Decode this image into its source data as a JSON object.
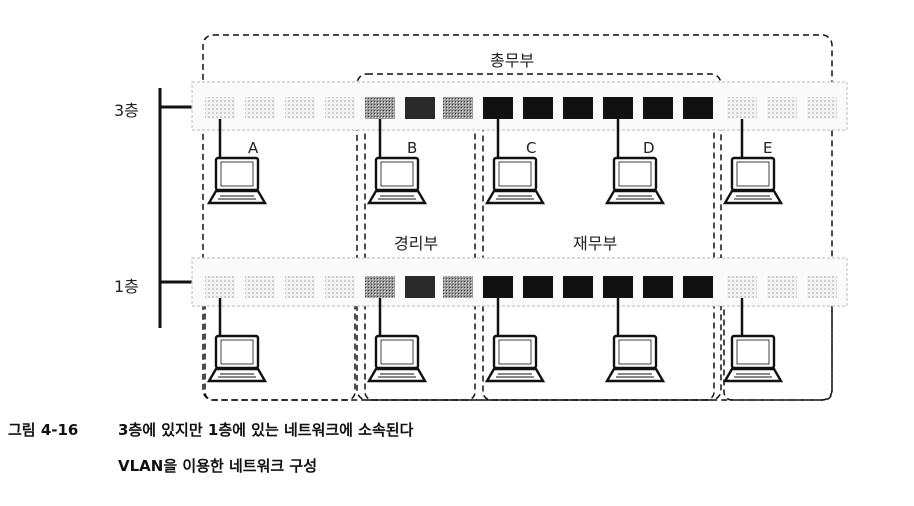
{
  "floors": {
    "upper": "3층",
    "lower": "1층"
  },
  "departments": {
    "general": "총무부",
    "accounting": "경리부",
    "finance": "재무부"
  },
  "pcs": [
    "A",
    "B",
    "C",
    "D",
    "E"
  ],
  "caption": {
    "number": "그림 4-16",
    "title": "3층에 있지만 1층에 있는 네트워크에 소속된다",
    "subtitle": "VLAN을 이용한 네트워크 구성"
  }
}
